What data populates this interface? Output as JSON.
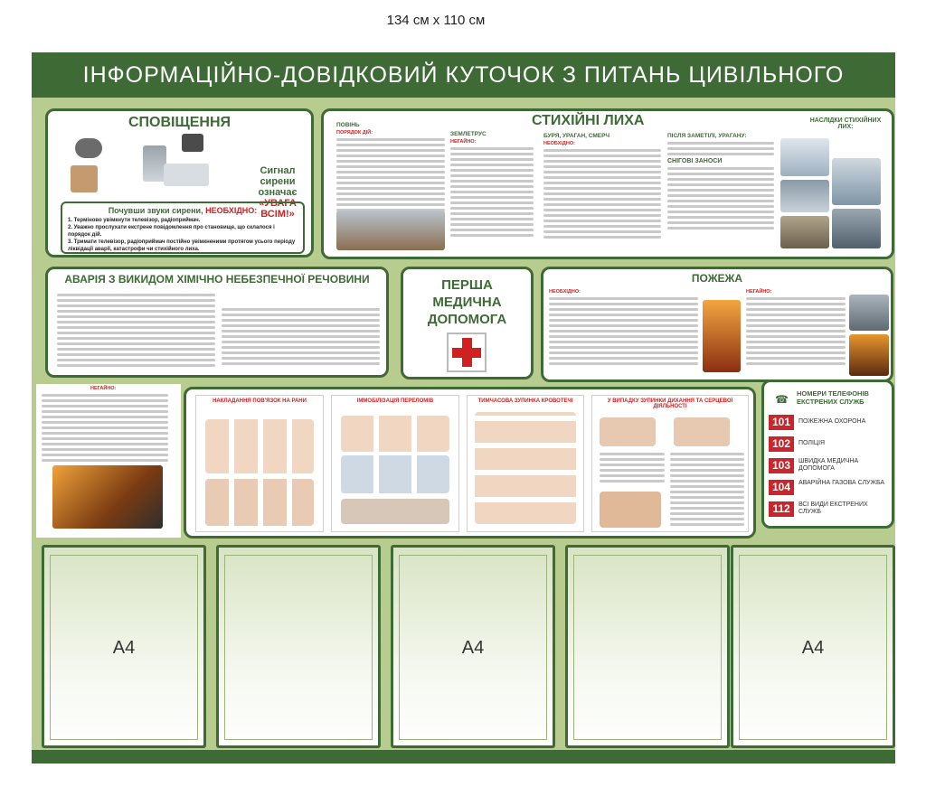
{
  "dimensions_label": "134 см х 110 см",
  "title": "ІНФОРМАЦІЙНО-ДОВІДКОВИЙ КУТОЧОК З ПИТАНЬ ЦИВІЛЬНОГО ЗАХИСТУ",
  "notification": {
    "heading": "СПОВІЩЕННЯ",
    "siren_line1": "Сигнал сирени",
    "siren_line2": "означає",
    "siren_line3": "«УВАГА ВСІМ!»",
    "box_title": "Почувши звуки сирени,",
    "box_title_red": "НЕОБХІДНО:",
    "steps": [
      "1. Терміново увімкнути телевізор, радіоприймач.",
      "2. Уважно прослухати екстрене повідомлення про становище, що склалося і порядок дій.",
      "3. Тримати телевізор, радіоприймач постійно увімкненими протягом усього періоду ліквідації аварії, катастрофи чи стихійного лиха."
    ]
  },
  "disasters": {
    "heading": "СТИХІЙНІ ЛИХА",
    "columns": [
      {
        "title": "ПОВІНЬ",
        "sub": "ПОРЯДОК ДІЙ:"
      },
      {
        "title": "ЗЕМЛЕТРУС",
        "sub": "НЕГАЙНО:"
      },
      {
        "title": "БУРЯ, УРАГАН, СМЕРЧ",
        "sub": "НЕОБХІДНО:"
      },
      {
        "title": "ПІСЛЯ ЗАМЕТІЛІ, УРАГАНУ:",
        "sub": "СНІГОВІ ЗАНОСИ"
      }
    ],
    "consequences": "НАСЛІДКИ СТИХІЙНИХ ЛИХ:"
  },
  "chemical": {
    "heading": "АВАРІЯ З ВИКИДОМ ХІМІЧНО НЕБЕЗПЕЧНОЇ РЕЧОВИНИ",
    "sub": "НЕГАЙНО:"
  },
  "first_aid": {
    "line1": "ПЕРША",
    "line2": "МЕДИЧНА",
    "line3": "ДОПОМОГА"
  },
  "fire": {
    "heading": "ПОЖЕЖА",
    "sub_left": "НЕОБХІДНО:",
    "sub_right": "НЕГАЙНО:"
  },
  "instructions": [
    {
      "title": "НАКЛАДАННЯ ПОВ'ЯЗОК НА РАНИ"
    },
    {
      "title": "ІММОБІЛІЗАЦІЯ ПЕРЕЛОМІВ"
    },
    {
      "title": "ТИМЧАСОВА ЗУПИНКА КРОВОТЕЧІ"
    },
    {
      "title": "У ВИПАДКУ ЗУПИНКИ ДИХАННЯ ТА СЕРЦЕВОЇ ДІЯЛЬНОСТІ"
    }
  ],
  "phones": {
    "title": "НОМЕРИ ТЕЛЕФОНІВ ЕКСТРЕНИХ СЛУЖБ",
    "rows": [
      {
        "number": "101",
        "label": "ПОЖЕЖНА ОХОРОНА"
      },
      {
        "number": "102",
        "label": "ПОЛІЦІЯ"
      },
      {
        "number": "103",
        "label": "ШВИДКА МЕДИЧНА ДОПОМОГА"
      },
      {
        "number": "104",
        "label": "АВАРІЙНА ГАЗОВА СЛУЖБА"
      },
      {
        "number": "112",
        "label": "ВСІ ВИДИ ЕКСТРЕНИХ СЛУЖБ"
      }
    ]
  },
  "pockets": [
    "A4",
    "",
    "A4",
    "",
    "A4"
  ],
  "colors": {
    "brand_green": "#3e6a36",
    "board": "#b9cc8f",
    "alert_red": "#d12020",
    "phone_red": "#c8262c"
  }
}
